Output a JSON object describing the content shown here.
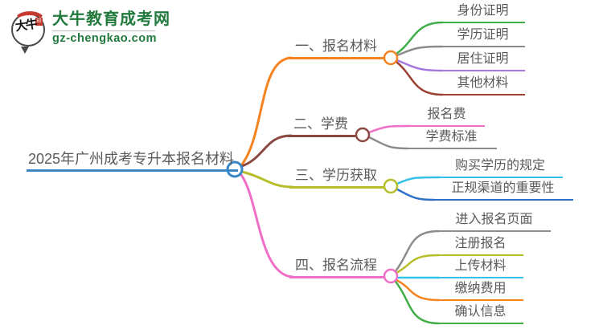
{
  "brand": {
    "bubble_text": "大牛",
    "seal_text": "印",
    "title": "大牛教育成考网",
    "subtitle": "gz-chengkao.com",
    "brand_color": "#217a3c",
    "seal_color": "#c63b2f"
  },
  "central": {
    "label": "2025年广州成考专升本报名材料",
    "color": "#3a87c8"
  },
  "branches": [
    {
      "label": "一、报名材料",
      "color": "#f5831f",
      "children": [
        {
          "label": "身份证明",
          "color": "#3fae49"
        },
        {
          "label": "学历证明",
          "color": "#8c8c8c"
        },
        {
          "label": "居住证明",
          "color": "#a678de"
        },
        {
          "label": "其他材料",
          "color": "#9a4335"
        }
      ]
    },
    {
      "label": "二、学费",
      "color": "#8a4a42",
      "children": [
        {
          "label": "报名费",
          "color": "#f06ec7"
        },
        {
          "label": "学费标准",
          "color": "#8c8c8c"
        }
      ]
    },
    {
      "label": "三、学历获取",
      "color": "#b5bd29",
      "children": [
        {
          "label": "购买学历的规定",
          "color": "#35c0e8"
        },
        {
          "label": "正规渠道的重要性",
          "color": "#2d72c8"
        }
      ]
    },
    {
      "label": "四、报名流程",
      "color": "#f06ec7",
      "children": [
        {
          "label": "进入报名页面",
          "color": "#8c8c8c"
        },
        {
          "label": "注册报名",
          "color": "#b5bd29"
        },
        {
          "label": "上传材料",
          "color": "#2fc4e8"
        },
        {
          "label": "缴纳费用",
          "color": "#f5831f"
        },
        {
          "label": "确认信息",
          "color": "#3fae49"
        }
      ]
    }
  ]
}
